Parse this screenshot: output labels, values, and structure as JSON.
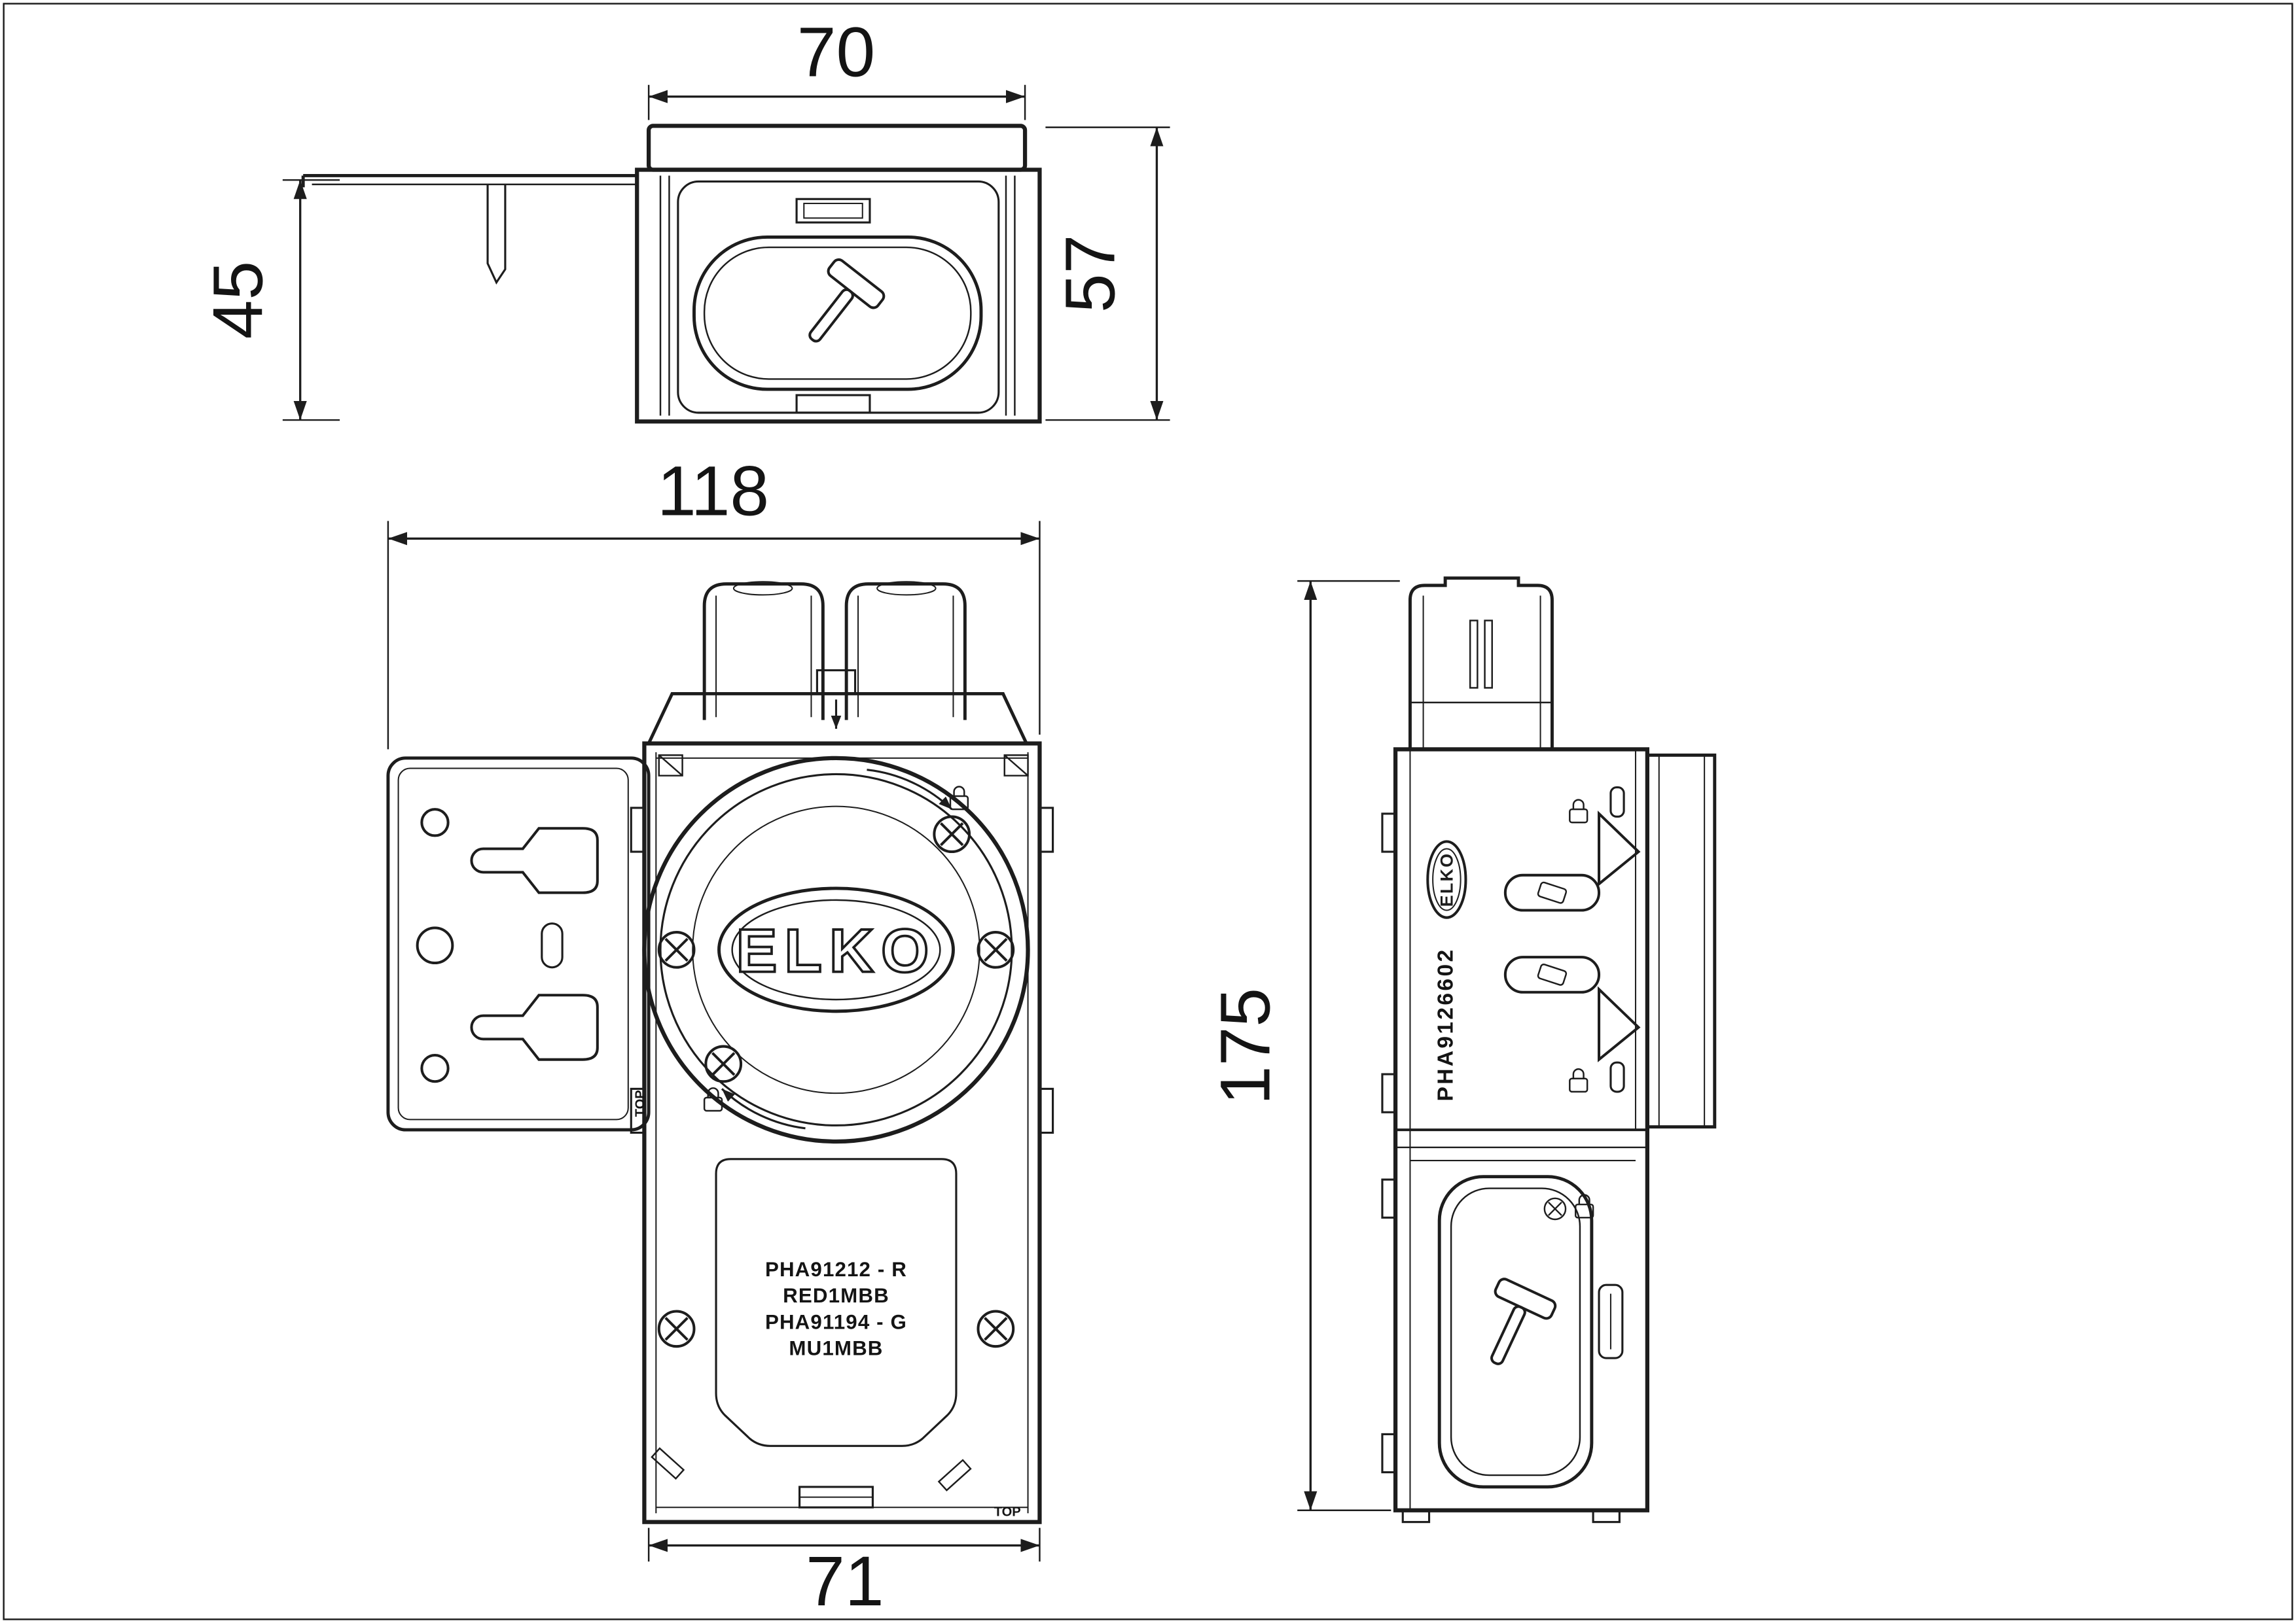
{
  "colors": {
    "line": "#1d1d1d",
    "background": "#ffffff"
  },
  "views": {
    "top_view": {
      "dimensions": {
        "lid_width": "70",
        "depth": "45",
        "height": "57"
      }
    },
    "front_view": {
      "dimensions": {
        "overall_width": "118",
        "body_width": "71"
      },
      "logo": "ELKO",
      "part_labels": [
        "PHA91212 - R",
        "RED1MBB",
        "PHA91194 - G",
        "MU1MBB"
      ],
      "top_marker": "TOP"
    },
    "side_view": {
      "dimensions": {
        "overall_height": "175"
      },
      "logo": "ELKO",
      "code": "PHA9126602"
    }
  }
}
